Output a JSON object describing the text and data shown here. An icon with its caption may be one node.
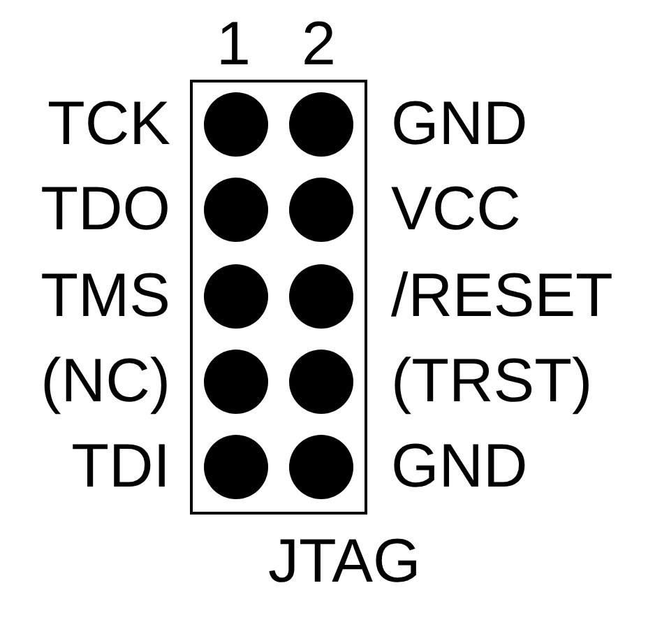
{
  "diagram": {
    "caption": "JTAG",
    "labels": [
      "1",
      "2",
      "TCK",
      "GND",
      "TDO",
      "VCC",
      "TMS",
      "/RESET",
      "(NC)",
      "(TRST)",
      "TDI",
      "GND"
    ]
  }
}
